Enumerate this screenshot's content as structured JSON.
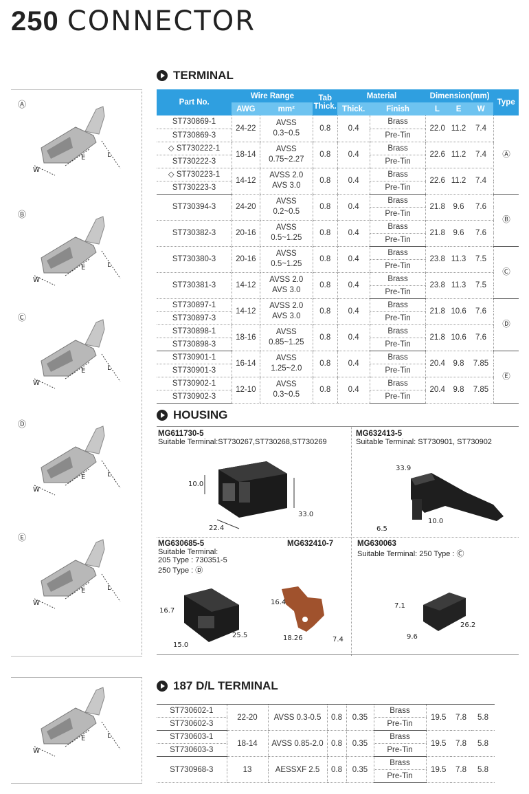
{
  "title": {
    "bold": "250",
    "rest": "CONNECTOR"
  },
  "sections": {
    "terminal": "TERMINAL",
    "housing": "HOUSING",
    "dl": "187  D/L  TERMINAL"
  },
  "type_labels": [
    "Ⓐ",
    "Ⓑ",
    "Ⓒ",
    "Ⓓ",
    "Ⓔ"
  ],
  "header": {
    "part_no": "Part No.",
    "wire_range": "Wire Range",
    "tab": "Tab",
    "thick": "Thick.",
    "material": "Material",
    "dimension": "Dimension(mm)",
    "type": "Type",
    "awg": "AWG",
    "mm2": "mm²",
    "mthick": "Thick.",
    "finish": "Finish",
    "l": "L",
    "e": "E",
    "w": "W"
  },
  "terminal_rows": [
    {
      "parts": [
        "ST730869-1",
        "ST730869-3"
      ],
      "awg": "24-22",
      "mm": [
        "AVSS",
        "0.3~0.5"
      ],
      "tab": "0.8",
      "thick": "0.4",
      "fin": [
        "Brass",
        "Pre-Tin"
      ],
      "l": "22.0",
      "e": "11.2",
      "w": "7.4"
    },
    {
      "parts": [
        "◇ ST730222-1",
        "ST730222-3"
      ],
      "awg": "18-14",
      "mm": [
        "AVSS",
        "0.75~2.27"
      ],
      "tab": "0.8",
      "thick": "0.4",
      "fin": [
        "Brass",
        "Pre-Tin"
      ],
      "l": "22.6",
      "e": "11.2",
      "w": "7.4"
    },
    {
      "parts": [
        "◇ ST730223-1",
        "ST730223-3"
      ],
      "awg": "14-12",
      "mm": [
        "AVSS 2.0",
        "AVS 3.0"
      ],
      "tab": "0.8",
      "thick": "0.4",
      "fin": [
        "Brass",
        "Pre-Tin"
      ],
      "l": "22.6",
      "e": "11.2",
      "w": "7.4"
    },
    {
      "parts": [
        "ST730394-3"
      ],
      "awg": "24-20",
      "mm": [
        "AVSS",
        "0.2~0.5"
      ],
      "tab": "0.8",
      "thick": "0.4",
      "fin": [
        "Brass",
        "Pre-Tin"
      ],
      "l": "21.8",
      "e": "9.6",
      "w": "7.6"
    },
    {
      "parts": [
        "ST730382-3"
      ],
      "awg": "20-16",
      "mm": [
        "AVSS",
        "0.5~1.25"
      ],
      "tab": "0.8",
      "thick": "0.4",
      "fin": [
        "Brass",
        "Pre-Tin"
      ],
      "l": "21.8",
      "e": "9.6",
      "w": "7.6"
    },
    {
      "parts": [
        "ST730380-3"
      ],
      "awg": "20-16",
      "mm": [
        "AVSS",
        "0.5~1.25"
      ],
      "tab": "0.8",
      "thick": "0.4",
      "fin": [
        "Brass",
        "Pre-Tin"
      ],
      "l": "23.8",
      "e": "11.3",
      "w": "7.5"
    },
    {
      "parts": [
        "ST730381-3"
      ],
      "awg": "14-12",
      "mm": [
        "AVSS 2.0",
        "AVS 3.0"
      ],
      "tab": "0.8",
      "thick": "0.4",
      "fin": [
        "Brass",
        "Pre-Tin"
      ],
      "l": "23.8",
      "e": "11.3",
      "w": "7.5"
    },
    {
      "parts": [
        "ST730897-1",
        "ST730897-3"
      ],
      "awg": "14-12",
      "mm": [
        "AVSS 2.0",
        "AVS 3.0"
      ],
      "tab": "0.8",
      "thick": "0.4",
      "fin": [
        "Brass",
        "Pre-Tin"
      ],
      "l": "21.8",
      "e": "10.6",
      "w": "7.6"
    },
    {
      "parts": [
        "ST730898-1",
        "ST730898-3"
      ],
      "awg": "18-16",
      "mm": [
        "AVSS",
        "0.85~1.25"
      ],
      "tab": "0.8",
      "thick": "0.4",
      "fin": [
        "Brass",
        "Pre-Tin"
      ],
      "l": "21.8",
      "e": "10.6",
      "w": "7.6"
    },
    {
      "parts": [
        "ST730901-1",
        "ST730901-3"
      ],
      "awg": "16-14",
      "mm": [
        "AVSS",
        "1.25~2.0"
      ],
      "tab": "0.8",
      "thick": "0.4",
      "fin": [
        "Brass",
        "Pre-Tin"
      ],
      "l": "20.4",
      "e": "9.8",
      "w": "7.85"
    },
    {
      "parts": [
        "ST730902-1",
        "ST730902-3"
      ],
      "awg": "12-10",
      "mm": [
        "AVSS",
        "0.3~0.5"
      ],
      "tab": "0.8",
      "thick": "0.4",
      "fin": [
        "Brass",
        "Pre-Tin"
      ],
      "l": "20.4",
      "e": "9.8",
      "w": "7.85"
    }
  ],
  "type_groups": [
    {
      "rows": 3,
      "label": "Ⓐ"
    },
    {
      "rows": 2,
      "label": "Ⓑ"
    },
    {
      "rows": 2,
      "label": "Ⓒ"
    },
    {
      "rows": 2,
      "label": "Ⓓ"
    },
    {
      "rows": 2,
      "label": "Ⓔ"
    }
  ],
  "housing": {
    "h1": {
      "name": "MG611730-5",
      "desc": "Suitable Terminal:ST730267,ST730268,ST730269",
      "dims": [
        "10.0",
        "22.4",
        "33.0"
      ]
    },
    "h2": {
      "name": "MG632413-5",
      "desc": "Suitable Terminal: ST730901, ST730902",
      "dims": [
        "33.9",
        "10.0",
        "6.5"
      ]
    },
    "h3": {
      "name": "MG630685-5",
      "desc1": "Suitable Terminal:",
      "desc2": "205 Type : 730351-5",
      "desc3": "250 Type : Ⓓ",
      "dims": [
        "16.7",
        "15.0",
        "25.5"
      ]
    },
    "h4": {
      "name": "MG632410-7",
      "dims": [
        "16.4",
        "18.26",
        "7.4"
      ]
    },
    "h5": {
      "name": "MG630063",
      "desc": "Suitable Terminal: 250 Type : Ⓒ",
      "dims": [
        "7.1",
        "26.2",
        "9.6"
      ]
    }
  },
  "dl_rows": [
    {
      "parts": [
        "ST730602-1",
        "ST730602-3"
      ],
      "awg": "22-20",
      "mm": "AVSS 0.3-0.5",
      "tab": "0.8",
      "thick": "0.35",
      "fin": [
        "Brass",
        "Pre-Tin"
      ],
      "l": "19.5",
      "e": "7.8",
      "w": "5.8"
    },
    {
      "parts": [
        "ST730603-1",
        "ST730603-3"
      ],
      "awg": "18-14",
      "mm": "AVSS 0.85-2.0",
      "tab": "0.8",
      "thick": "0.35",
      "fin": [
        "Brass",
        "Pre-Tin"
      ],
      "l": "19.5",
      "e": "7.8",
      "w": "5.8"
    },
    {
      "parts": [
        "ST730968-3"
      ],
      "awg": "13",
      "mm": "AESSXF 2.5",
      "tab": "0.8",
      "thick": "0.35",
      "fin": [
        "Brass",
        "Pre-Tin"
      ],
      "l": "19.5",
      "e": "7.8",
      "w": "5.8"
    }
  ],
  "dim_letters": {
    "w": "W",
    "e": "E",
    "l": "L"
  }
}
